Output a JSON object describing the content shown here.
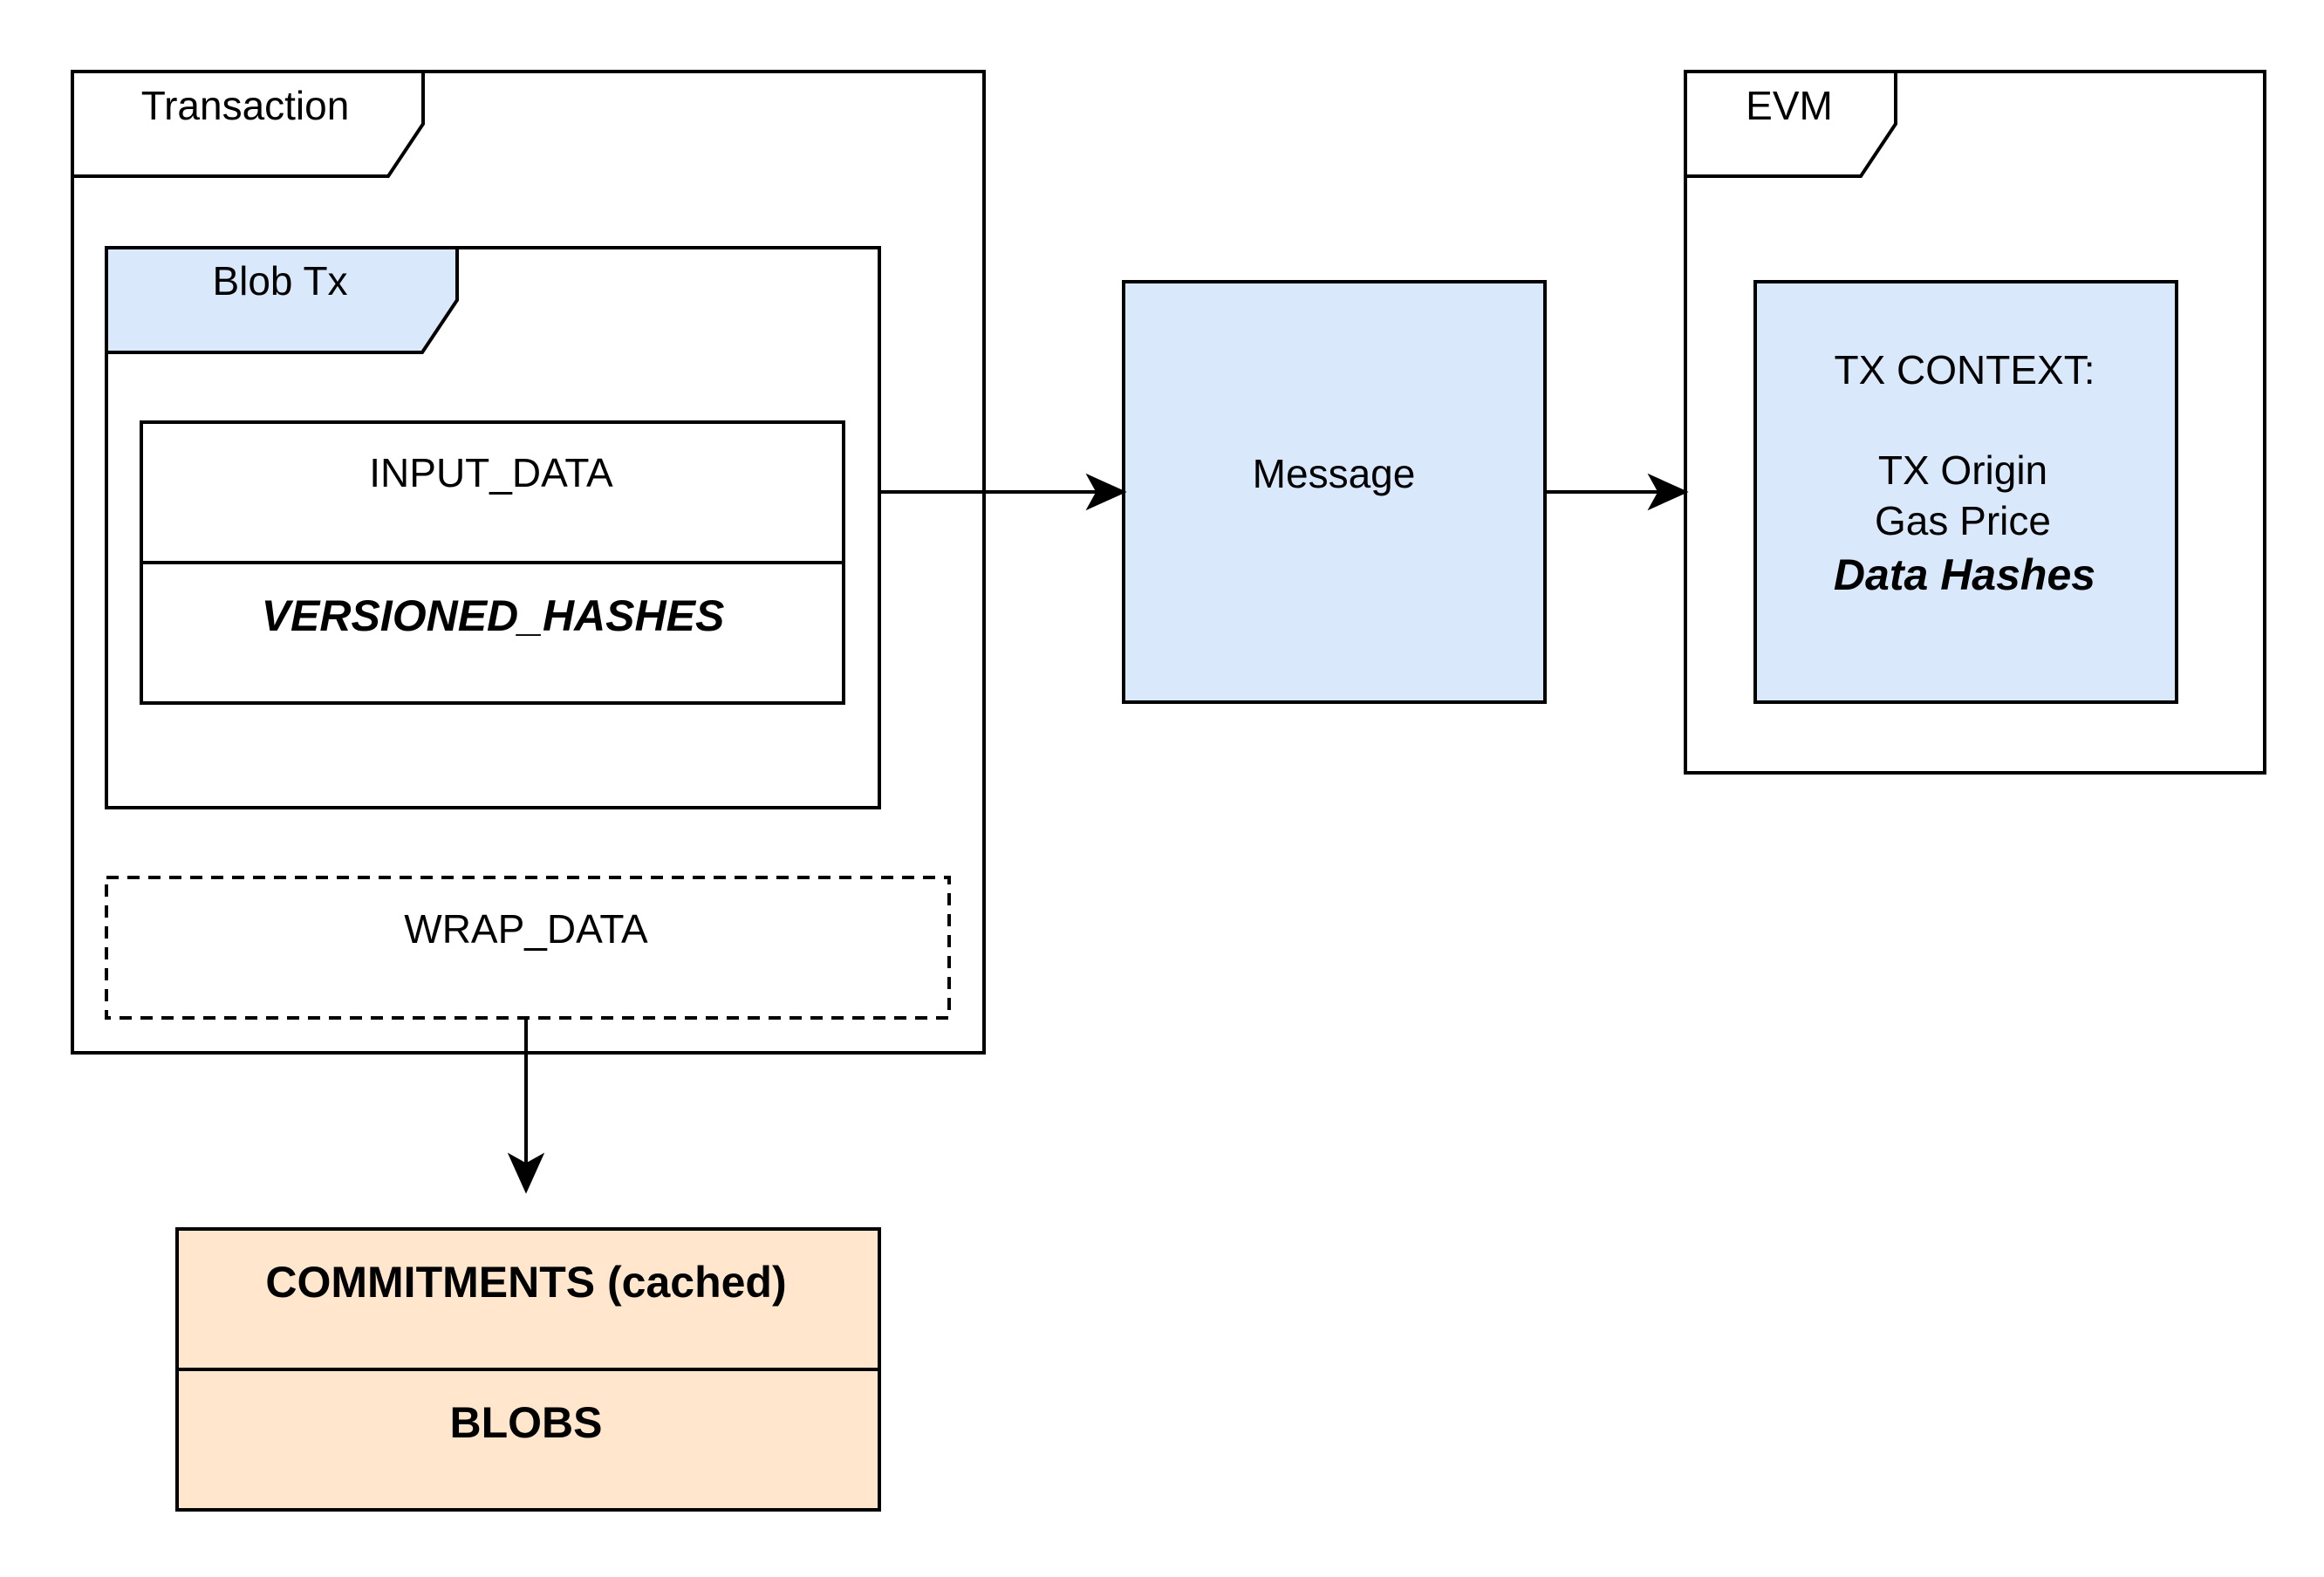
{
  "colors": {
    "background": "#ffffff",
    "stroke": "#000000",
    "blue_fill": "#dae8fc",
    "orange_fill": "#ffe6cc"
  },
  "transaction": {
    "title": "Transaction"
  },
  "blob_tx": {
    "title": "Blob Tx",
    "rows": [
      "INPUT_DATA",
      "VERSIONED_HASHES"
    ]
  },
  "wrap_data": {
    "label": "WRAP_DATA"
  },
  "message": {
    "label": "Message"
  },
  "evm": {
    "title": "EVM",
    "context": {
      "heading": "TX CONTEXT:",
      "lines": [
        "TX Origin",
        "Gas Price",
        "Data Hashes"
      ]
    }
  },
  "storage": {
    "rows": [
      "COMMITMENTS (cached)",
      "BLOBS"
    ]
  }
}
